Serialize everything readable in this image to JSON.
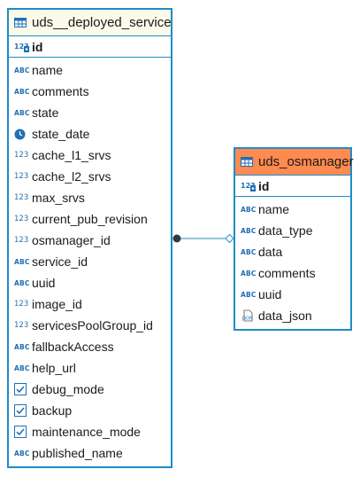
{
  "tables": [
    {
      "name": "uds__deployed_service",
      "primary_key": "id",
      "columns": [
        {
          "name": "name",
          "icon": "text-type-icon"
        },
        {
          "name": "comments",
          "icon": "text-type-icon"
        },
        {
          "name": "state",
          "icon": "text-type-icon"
        },
        {
          "name": "state_date",
          "icon": "datetime-type-icon"
        },
        {
          "name": "cache_l1_srvs",
          "icon": "numeric-type-icon"
        },
        {
          "name": "cache_l2_srvs",
          "icon": "numeric-type-icon"
        },
        {
          "name": "max_srvs",
          "icon": "numeric-type-icon"
        },
        {
          "name": "current_pub_revision",
          "icon": "numeric-type-icon"
        },
        {
          "name": "osmanager_id",
          "icon": "numeric-type-icon"
        },
        {
          "name": "service_id",
          "icon": "text-type-icon"
        },
        {
          "name": "uuid",
          "icon": "text-type-icon"
        },
        {
          "name": "image_id",
          "icon": "numeric-type-icon"
        },
        {
          "name": "servicesPoolGroup_id",
          "icon": "numeric-type-icon"
        },
        {
          "name": "fallbackAccess",
          "icon": "text-type-icon"
        },
        {
          "name": "help_url",
          "icon": "text-type-icon"
        },
        {
          "name": "debug_mode",
          "icon": "boolean-type-icon"
        },
        {
          "name": "backup",
          "icon": "boolean-type-icon"
        },
        {
          "name": "maintenance_mode",
          "icon": "boolean-type-icon"
        },
        {
          "name": "published_name",
          "icon": "text-type-icon"
        }
      ]
    },
    {
      "name": "uds_osmanager",
      "primary_key": "id",
      "columns": [
        {
          "name": "name",
          "icon": "text-type-icon"
        },
        {
          "name": "data_type",
          "icon": "text-type-icon"
        },
        {
          "name": "data",
          "icon": "text-type-icon"
        },
        {
          "name": "comments",
          "icon": "text-type-icon"
        },
        {
          "name": "uuid",
          "icon": "text-type-icon"
        },
        {
          "name": "data_json",
          "icon": "json-type-icon"
        }
      ]
    }
  ],
  "icon_text": {
    "text": "ABC",
    "numeric": "123"
  },
  "colors": {
    "border": "#1e8cc8",
    "header_main": "#fcfbe9",
    "header_related": "#ff8a50",
    "connector": "#2b8fbf"
  }
}
